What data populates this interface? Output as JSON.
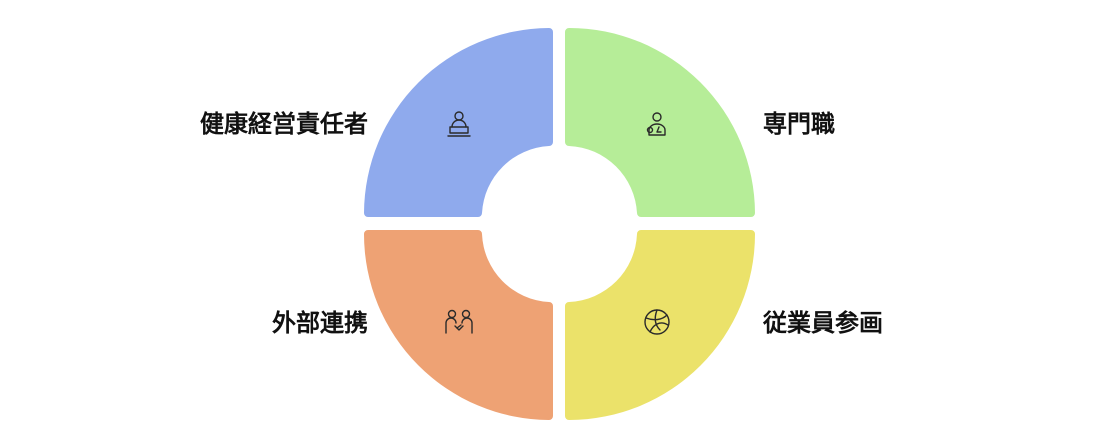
{
  "diagram": {
    "quadrants": [
      {
        "label": "健康経営責任者",
        "color": "#8faaed",
        "icon": "presenter-icon"
      },
      {
        "label": "専門職",
        "color": "#b6ed98",
        "icon": "professional-icon"
      },
      {
        "label": "外部連携",
        "color": "#eea274",
        "icon": "partnership-icon"
      },
      {
        "label": "従業員参画",
        "color": "#ebe26a",
        "icon": "volleyball-icon"
      }
    ]
  }
}
